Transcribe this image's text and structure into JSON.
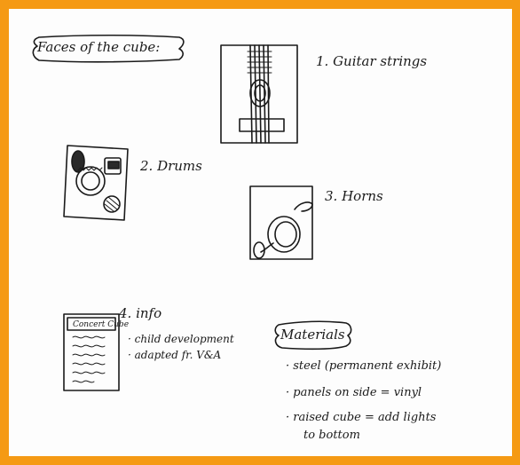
{
  "title": "Faces of the cube:",
  "faces": [
    {
      "label": "1. Guitar strings",
      "icon": "guitar-strings-sketch"
    },
    {
      "label": "2. Drums",
      "icon": "drums-sketch"
    },
    {
      "label": "3. Horns",
      "icon": "horn-sketch"
    },
    {
      "label": "4. info",
      "icon": "info-panel-sketch"
    }
  ],
  "info_panel_header": "Concert Cube",
  "info_bullets": [
    "· child development",
    "· adapted fr. V&A"
  ],
  "materials": {
    "title": "Materials",
    "items": [
      "· steel (permanent exhibit)",
      "· panels on side = vinyl",
      "· raised cube = add lights",
      "to bottom"
    ]
  },
  "colors": {
    "border": "#f59a14",
    "ink": "#1a1a1a"
  }
}
